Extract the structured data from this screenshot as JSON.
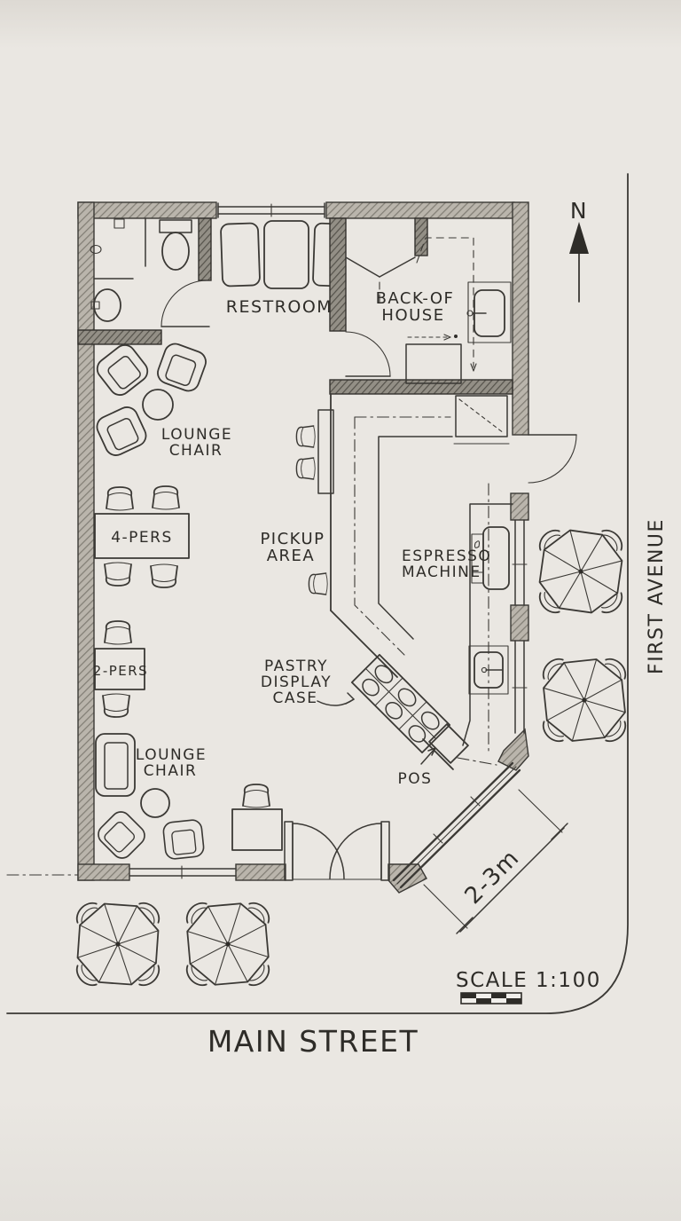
{
  "colors": {
    "paper": "#e9e6e1",
    "ink": "#2e2c28",
    "wall_fill": "#bab5ac",
    "wall_dark_fill": "#918d84"
  },
  "compass": {
    "north": "N"
  },
  "streets": {
    "main": "MAIN STREET",
    "avenue": "FIRST AVENUE"
  },
  "scale": {
    "label": "SCALE 1:100"
  },
  "dimension": {
    "storefront": "2-3m"
  },
  "rooms": {
    "restroom": "RESTROOM",
    "back_of_house": [
      "BACK-OF",
      "HOUSE"
    ]
  },
  "areas": {
    "pickup": [
      "PICKUP",
      "AREA"
    ],
    "lounge_upper": [
      "LOUNGE",
      "CHAIR"
    ],
    "lounge_lower": [
      "LOUNGE",
      "CHAIR"
    ]
  },
  "tables": {
    "four_person": "4-PERS",
    "two_person": "2-PERS"
  },
  "equipment": {
    "espresso": [
      "ESPRESSO",
      "MACHINE"
    ],
    "pastry_case": [
      "PASTRY",
      "DISPLAY",
      "CASE"
    ],
    "pos": "POS"
  }
}
